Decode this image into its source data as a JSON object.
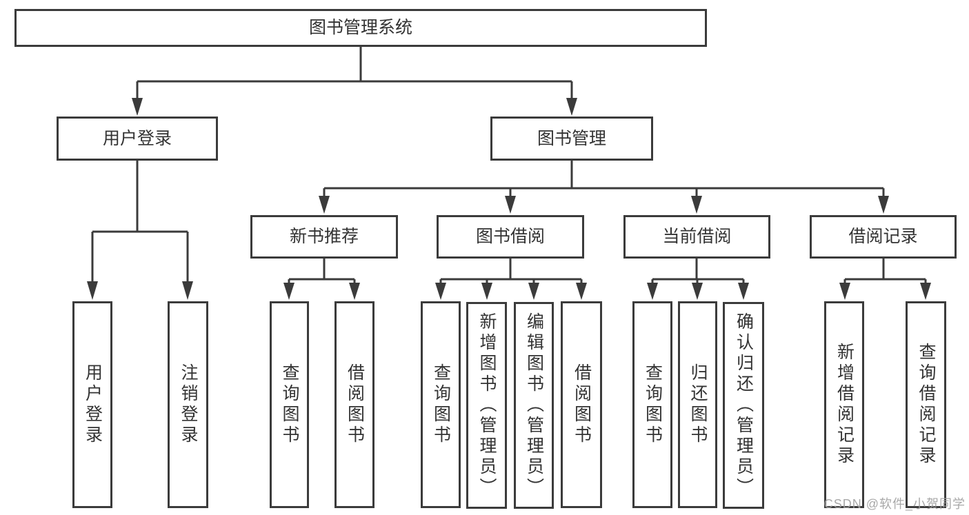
{
  "diagram": {
    "title": "图书管理系统",
    "user_login": {
      "label": "用户登录",
      "children": [
        "用户登录",
        "注销登录"
      ]
    },
    "book_management": {
      "label": "图书管理",
      "new_book_recommend": {
        "label": "新书推荐",
        "children": [
          "查询图书",
          "借阅图书"
        ]
      },
      "book_borrow": {
        "label": "图书借阅",
        "children": [
          "查询图书",
          "新增图书（管理员）",
          "编辑图书（管理员）",
          "借阅图书"
        ]
      },
      "current_borrow": {
        "label": "当前借阅",
        "children": [
          "查询图书",
          "归还图书",
          "确认归还（管理员）"
        ]
      },
      "borrow_record": {
        "label": "借阅记录",
        "children": [
          "新增借阅记录",
          "查询借阅记录"
        ]
      }
    }
  },
  "watermark": "CSDN @软件_小贺同学",
  "colors": {
    "line": "#3b3b3b",
    "text": "#333333",
    "watermark": "#9e9e9e",
    "background": "#ffffff"
  }
}
